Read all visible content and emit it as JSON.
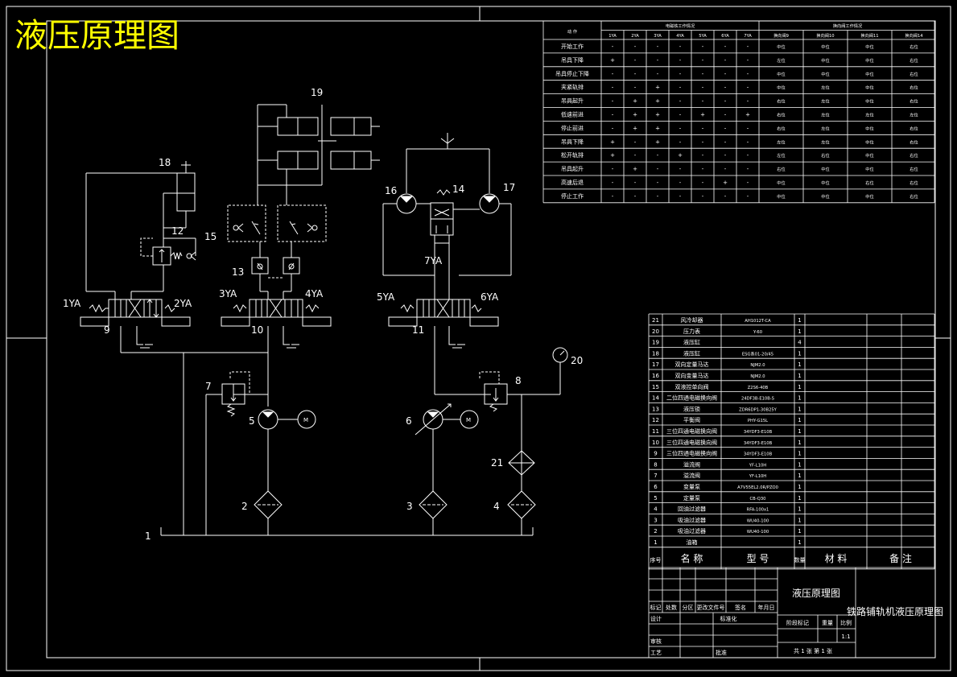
{
  "title": "液压原理图",
  "colors": {
    "background": "#000000",
    "line": "#ffffff",
    "title": "#ffff00"
  },
  "operation_table": {
    "col_action": "动 作",
    "group_solenoid": "电磁铁工作情况",
    "group_valve": "换向阀工作情况",
    "solenoids": [
      "1YA",
      "2YA",
      "3YA",
      "4YA",
      "5YA",
      "6YA",
      "7YA"
    ],
    "valves": [
      "换向阀9",
      "换向阀10",
      "换向阀11",
      "换向阀14"
    ],
    "rows": [
      {
        "action": "开始工作",
        "s": [
          "-",
          "-",
          "-",
          "-",
          "-",
          "-",
          "-"
        ],
        "v": [
          "中位",
          "中位",
          "中位",
          "右位"
        ]
      },
      {
        "action": "吊具下降",
        "s": [
          "+",
          "-",
          "-",
          "-",
          "-",
          "-",
          "-"
        ],
        "v": [
          "左位",
          "中位",
          "中位",
          "右位"
        ]
      },
      {
        "action": "吊具停止下降",
        "s": [
          "-",
          "-",
          "-",
          "-",
          "-",
          "-",
          "-"
        ],
        "v": [
          "中位",
          "中位",
          "中位",
          "右位"
        ]
      },
      {
        "action": "夹紧轨排",
        "s": [
          "-",
          "-",
          "+",
          "-",
          "-",
          "-",
          "-"
        ],
        "v": [
          "中位",
          "左位",
          "中位",
          "右位"
        ]
      },
      {
        "action": "吊具起升",
        "s": [
          "-",
          "+",
          "+",
          "-",
          "-",
          "-",
          "-"
        ],
        "v": [
          "右位",
          "左位",
          "中位",
          "右位"
        ]
      },
      {
        "action": "低速前进",
        "s": [
          "-",
          "+",
          "+",
          "-",
          "+",
          "-",
          "+"
        ],
        "v": [
          "右位",
          "左位",
          "左位",
          "左位"
        ]
      },
      {
        "action": "停止前进",
        "s": [
          "-",
          "+",
          "+",
          "-",
          "-",
          "-",
          "-"
        ],
        "v": [
          "右位",
          "左位",
          "中位",
          "右位"
        ]
      },
      {
        "action": "吊具下降",
        "s": [
          "+",
          "-",
          "+",
          "-",
          "-",
          "-",
          "-"
        ],
        "v": [
          "左位",
          "左位",
          "中位",
          "右位"
        ]
      },
      {
        "action": "松开轨排",
        "s": [
          "+",
          "-",
          "-",
          "+",
          "-",
          "-",
          "-"
        ],
        "v": [
          "左位",
          "右位",
          "中位",
          "右位"
        ]
      },
      {
        "action": "吊具起升",
        "s": [
          "-",
          "+",
          "-",
          "-",
          "-",
          "-",
          "-"
        ],
        "v": [
          "右位",
          "中位",
          "中位",
          "右位"
        ]
      },
      {
        "action": "高速后退",
        "s": [
          "-",
          "-",
          "-",
          "-",
          "-",
          "+",
          "-"
        ],
        "v": [
          "中位",
          "中位",
          "右位",
          "右位"
        ]
      },
      {
        "action": "停止工作",
        "s": [
          "-",
          "-",
          "-",
          "-",
          "-",
          "-",
          "-"
        ],
        "v": [
          "中位",
          "中位",
          "中位",
          "右位"
        ]
      }
    ]
  },
  "parts_list": [
    {
      "no": "21",
      "name": "风冷却器",
      "model": "AH1012T-CA",
      "qty": "1"
    },
    {
      "no": "20",
      "name": "压力表",
      "model": "Y-60",
      "qty": "1"
    },
    {
      "no": "19",
      "name": "液压缸",
      "model": "",
      "qty": "4"
    },
    {
      "no": "18",
      "name": "液压缸",
      "model": "ESG系01-20/45",
      "qty": "1"
    },
    {
      "no": "17",
      "name": "双向定量马达",
      "model": "NJM2.0",
      "qty": "1"
    },
    {
      "no": "16",
      "name": "双向变量马达",
      "model": "NJM2.0",
      "qty": "1"
    },
    {
      "no": "15",
      "name": "双液控单向阀",
      "model": "Z2S6-40B",
      "qty": "1"
    },
    {
      "no": "14",
      "name": "二位四通电磁换向阀",
      "model": "24DF3B-E10B-S",
      "qty": "1"
    },
    {
      "no": "13",
      "name": "液压锁",
      "model": "ZDR6DP1-30B25Y",
      "qty": "1"
    },
    {
      "no": "12",
      "name": "平衡阀",
      "model": "PHY-G15L",
      "qty": "1"
    },
    {
      "no": "11",
      "name": "三位四通电磁换向阀",
      "model": "34YDF3-E10B",
      "qty": "1"
    },
    {
      "no": "10",
      "name": "三位四通电磁换向阀",
      "model": "34YDF3-E10B",
      "qty": "1"
    },
    {
      "no": "9",
      "name": "三位四通电磁换向阀",
      "model": "34YDF3-E10B",
      "qty": "1"
    },
    {
      "no": "8",
      "name": "溢流阀",
      "model": "YF-L10H",
      "qty": "1"
    },
    {
      "no": "7",
      "name": "溢流阀",
      "model": "YF-L10H",
      "qty": "1"
    },
    {
      "no": "6",
      "name": "变量泵",
      "model": "A7V55EL2.0R/PZO0",
      "qty": "1"
    },
    {
      "no": "5",
      "name": "定量泵",
      "model": "CB-Q30",
      "qty": "1"
    },
    {
      "no": "4",
      "name": "回油过滤器",
      "model": "RFA-100x1",
      "qty": "1"
    },
    {
      "no": "3",
      "name": "吸油过滤器",
      "model": "WU40-100",
      "qty": "1"
    },
    {
      "no": "2",
      "name": "吸油过滤器",
      "model": "WU40-100",
      "qty": "1"
    },
    {
      "no": "1",
      "name": "油箱",
      "model": "",
      "qty": "1"
    }
  ],
  "parts_header": {
    "no": "序号",
    "name": "名 称",
    "model": "型 号",
    "qty": "数量",
    "material": "材 料",
    "note": "备 注"
  },
  "title_block": {
    "drawing_name": "液压原理图",
    "project_name": "铁路铺轨机液压原理图",
    "rev_headers": [
      "标记",
      "处数",
      "分区",
      "更改文件号",
      "签名",
      "年月日"
    ],
    "design": "设计",
    "standard": "标准化",
    "check": "审核",
    "craft": "工艺",
    "approve": "批准",
    "stage": "阶段标记",
    "weight": "重量",
    "scale_label": "比例",
    "scale": "1:1",
    "sheets": "共 1 张 第 1 张"
  },
  "diagram_labels": {
    "n1": "1",
    "n2": "2",
    "n3": "3",
    "n4": "4",
    "n5": "5",
    "n6": "6",
    "n7": "7",
    "n8": "8",
    "n9": "9",
    "n10": "10",
    "n11": "11",
    "n12": "12",
    "n13": "13",
    "n14": "14",
    "n15": "15",
    "n16": "16",
    "n17": "17",
    "n18": "18",
    "n19": "19",
    "n20": "20",
    "n21": "21",
    "ya1": "1YA",
    "ya2": "2YA",
    "ya3": "3YA",
    "ya4": "4YA",
    "ya5": "5YA",
    "ya6": "6YA",
    "ya7": "7YA",
    "motor": "M"
  }
}
